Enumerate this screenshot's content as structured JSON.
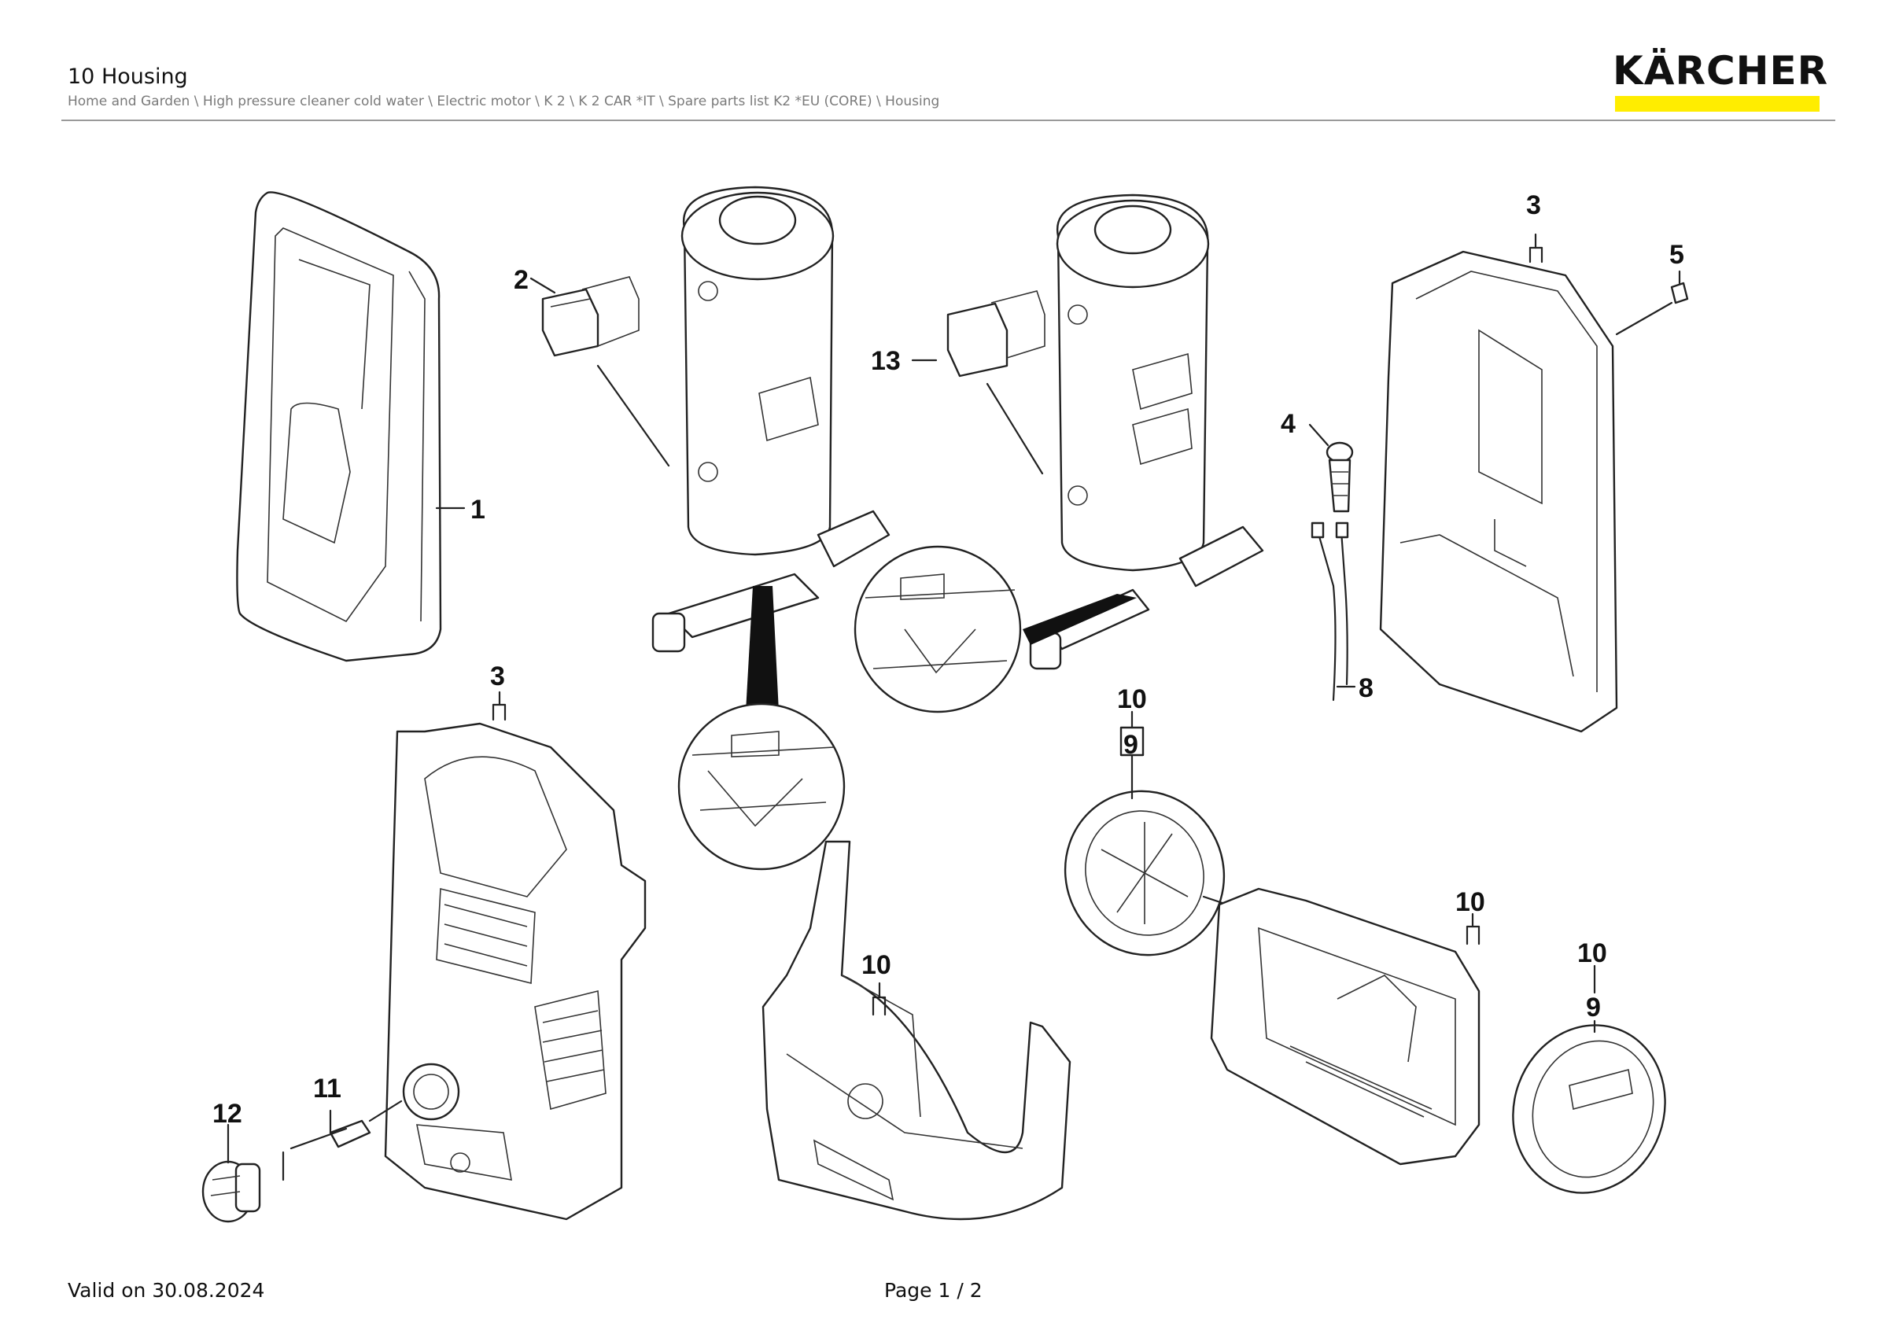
{
  "header": {
    "title": "10 Housing",
    "breadcrumb": "Home and Garden \\ High pressure cleaner cold water \\ Electric motor \\ K 2 \\ K 2 CAR *IT \\ Spare parts list K2 *EU (CORE) \\ Housing"
  },
  "logo": {
    "text": "KÄRCHER",
    "bar_color": "#ffed00"
  },
  "callouts": {
    "c1": "1",
    "c2": "2",
    "c3_top": "3",
    "c3_bottom": "3",
    "c4": "4",
    "c5": "5",
    "c8": "8",
    "c9_left": "9",
    "c9_right": "9",
    "c10_left_wheel": "10",
    "c10_cover": "10",
    "c10_base": "10",
    "c10_right_wheel": "10",
    "c11": "11",
    "c12": "12",
    "c13": "13"
  },
  "footer": {
    "valid": "Valid on 30.08.2024",
    "page": "Page 1 / 2"
  }
}
